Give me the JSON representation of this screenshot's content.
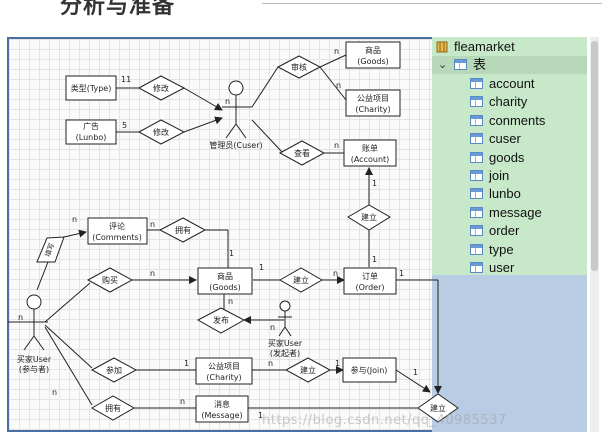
{
  "heading": "分析与准备",
  "entities": {
    "type": {
      "name": "类型",
      "en": "Type"
    },
    "lunbo": {
      "name": "广告",
      "en": "Lunbo"
    },
    "goods_top": {
      "name": "商品",
      "en": "Goods"
    },
    "charity_top": {
      "name": "公益项目",
      "en": "Charity"
    },
    "account": {
      "name": "账单",
      "en": "Account"
    },
    "comments": {
      "name": "评论",
      "en": "Comments"
    },
    "goods": {
      "name": "商品",
      "en": "Goods"
    },
    "order": {
      "name": "订单",
      "en": "Order"
    },
    "charity": {
      "name": "公益项目",
      "en": "Charity"
    },
    "join": {
      "name": "参与",
      "en": "Join"
    },
    "message": {
      "name": "消息",
      "en": "Message"
    }
  },
  "relations": {
    "modify1": "修改",
    "modify2": "修改",
    "audit": "审核",
    "view": "查看",
    "create1": "建立",
    "own1": "拥有",
    "write": "填写",
    "buy": "购买",
    "create2": "建立",
    "publish": "发布",
    "participate": "参加",
    "create3": "建立",
    "own2": "拥有",
    "create4": "建立"
  },
  "actors": {
    "admin": {
      "line1": "管理员",
      "line2": "(Cuser)"
    },
    "buyer": {
      "line1": "买家User",
      "line2": "(参与者)"
    },
    "seller": {
      "line1": "买家User",
      "line2": "(发起者)"
    }
  },
  "cardinalities": {
    "type_11": "11",
    "lunbo_5": "5",
    "admin_n": "n",
    "audit_goods_n": "n",
    "audit_charity_n": "n",
    "account_n": "n",
    "account_1": "1",
    "comments_n": "n",
    "comments_n2": "n",
    "goods_1": "1",
    "buy_n": "n",
    "buyer_n1": "n",
    "buyer_n2": "n",
    "goods_order_1": "1",
    "order_n": "n",
    "order_1": "1",
    "order_right_1": "1",
    "charity_1": "1",
    "charity_n": "n",
    "join_1": "1",
    "join_right_1": "1",
    "message_n": "n",
    "message_1": "1",
    "seller_n": "n",
    "goods_n_low": "n"
  },
  "tree": {
    "database": "fleamarket",
    "folder": "表",
    "tables": [
      "account",
      "charity",
      "conments",
      "cuser",
      "goods",
      "join",
      "lunbo",
      "message",
      "order",
      "type",
      "user"
    ]
  },
  "watermark": "https://blog.csdn.net/qq_40985537",
  "colors": {
    "frame": "#4a6fa5",
    "tree_bg": "#c7e8c9",
    "panel_bg": "#b8cde4"
  }
}
